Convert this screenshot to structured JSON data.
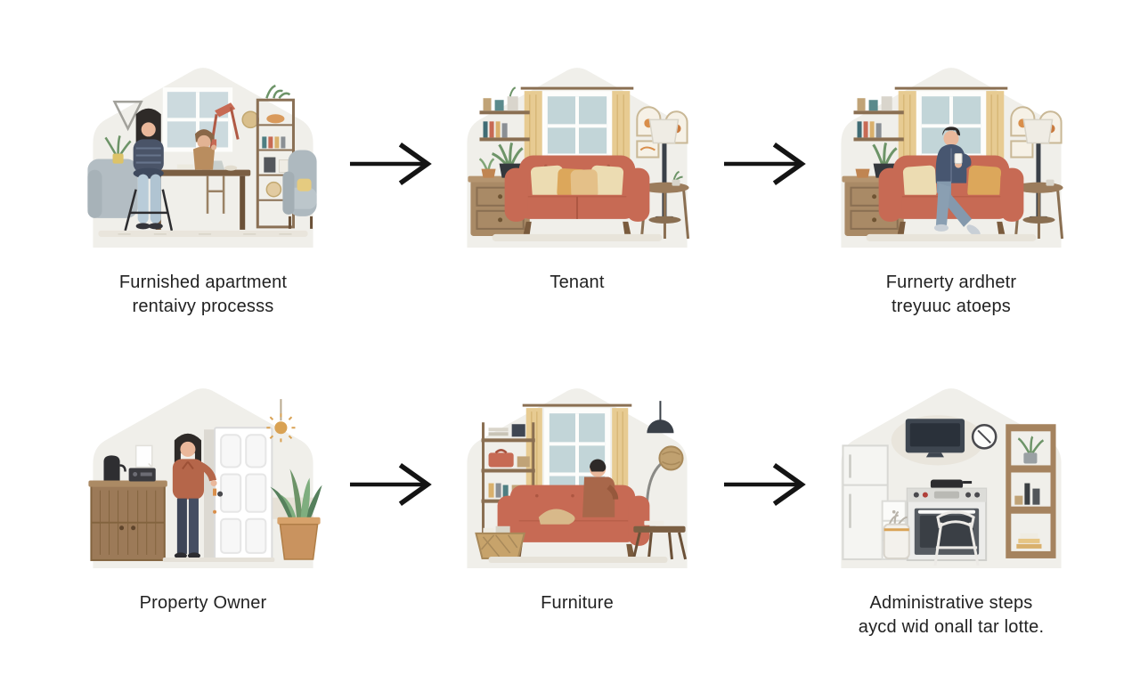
{
  "page": {
    "background": "#ffffff"
  },
  "diagram": {
    "rows": 2,
    "cols": 3,
    "arrow_color": "#141414",
    "text_color": "#222222",
    "panels": [
      {
        "id": "furnished-apartment-rental-process",
        "illustration": "living-dining-room-with-two-people",
        "label": "Furnished apartment\nrentaivy processs"
      },
      {
        "id": "tenant",
        "illustration": "coral-sofa-living-room",
        "label": "Tenant"
      },
      {
        "id": "furnerty-ardhetr",
        "illustration": "man-sitting-on-coral-sofa",
        "label": "Furnerty ardhetr\ntreyuuc atoeps"
      },
      {
        "id": "property-owner",
        "illustration": "woman-standing-by-front-door",
        "label": "Property Owner"
      },
      {
        "id": "furniture",
        "illustration": "person-sitting-on-sofa-reading",
        "label": "Furniture"
      },
      {
        "id": "administrative-steps",
        "illustration": "kitchen-with-stove-and-shelves",
        "label": "Administrative steps\naycd wid onall tar lotte."
      }
    ],
    "palette": {
      "house_background": "#f0efea",
      "sofa_coral": "#c76a54",
      "curtain_tan": "#e7cb92",
      "window_pane": "#c2d5d8",
      "wood": "#9b7c5c",
      "plant_green": "#6d9468"
    }
  }
}
